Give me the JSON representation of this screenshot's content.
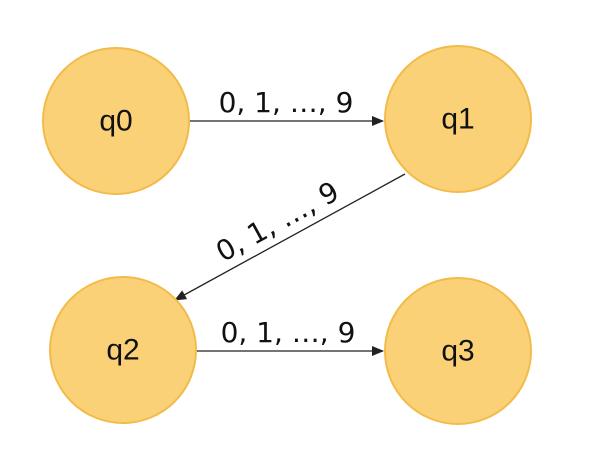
{
  "diagram": {
    "states": [
      {
        "id": "q0",
        "label": "q0"
      },
      {
        "id": "q1",
        "label": "q1"
      },
      {
        "id": "q2",
        "label": "q2"
      },
      {
        "id": "q3",
        "label": "q3"
      }
    ],
    "transitions": [
      {
        "from": "q0",
        "to": "q1",
        "label": "0, 1, …, 9"
      },
      {
        "from": "q1",
        "to": "q2",
        "label": "0, 1, …, 9"
      },
      {
        "from": "q2",
        "to": "q3",
        "label": "0, 1, …, 9"
      }
    ]
  }
}
